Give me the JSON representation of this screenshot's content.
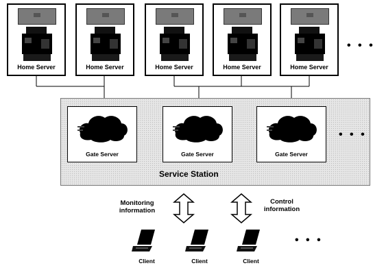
{
  "home_servers": [
    {
      "label": "Home Server"
    },
    {
      "label": "Home Server"
    },
    {
      "label": "Home Server"
    },
    {
      "label": "Home Server"
    },
    {
      "label": "Home Server"
    }
  ],
  "top_ellipsis": "• • •",
  "gate_servers": [
    {
      "label": "Gate Server"
    },
    {
      "label": "Gate Server"
    },
    {
      "label": "Gate Server"
    }
  ],
  "station_ellipsis": "• • •",
  "service_station": {
    "label": "Service Station"
  },
  "flows": {
    "monitoring": {
      "line1": "Monitoring",
      "line2": "information"
    },
    "control": {
      "line1": "Control",
      "line2": "information"
    }
  },
  "clients": [
    {
      "label": "Client"
    },
    {
      "label": "Client"
    },
    {
      "label": "Client"
    }
  ],
  "client_ellipsis": "• • •"
}
